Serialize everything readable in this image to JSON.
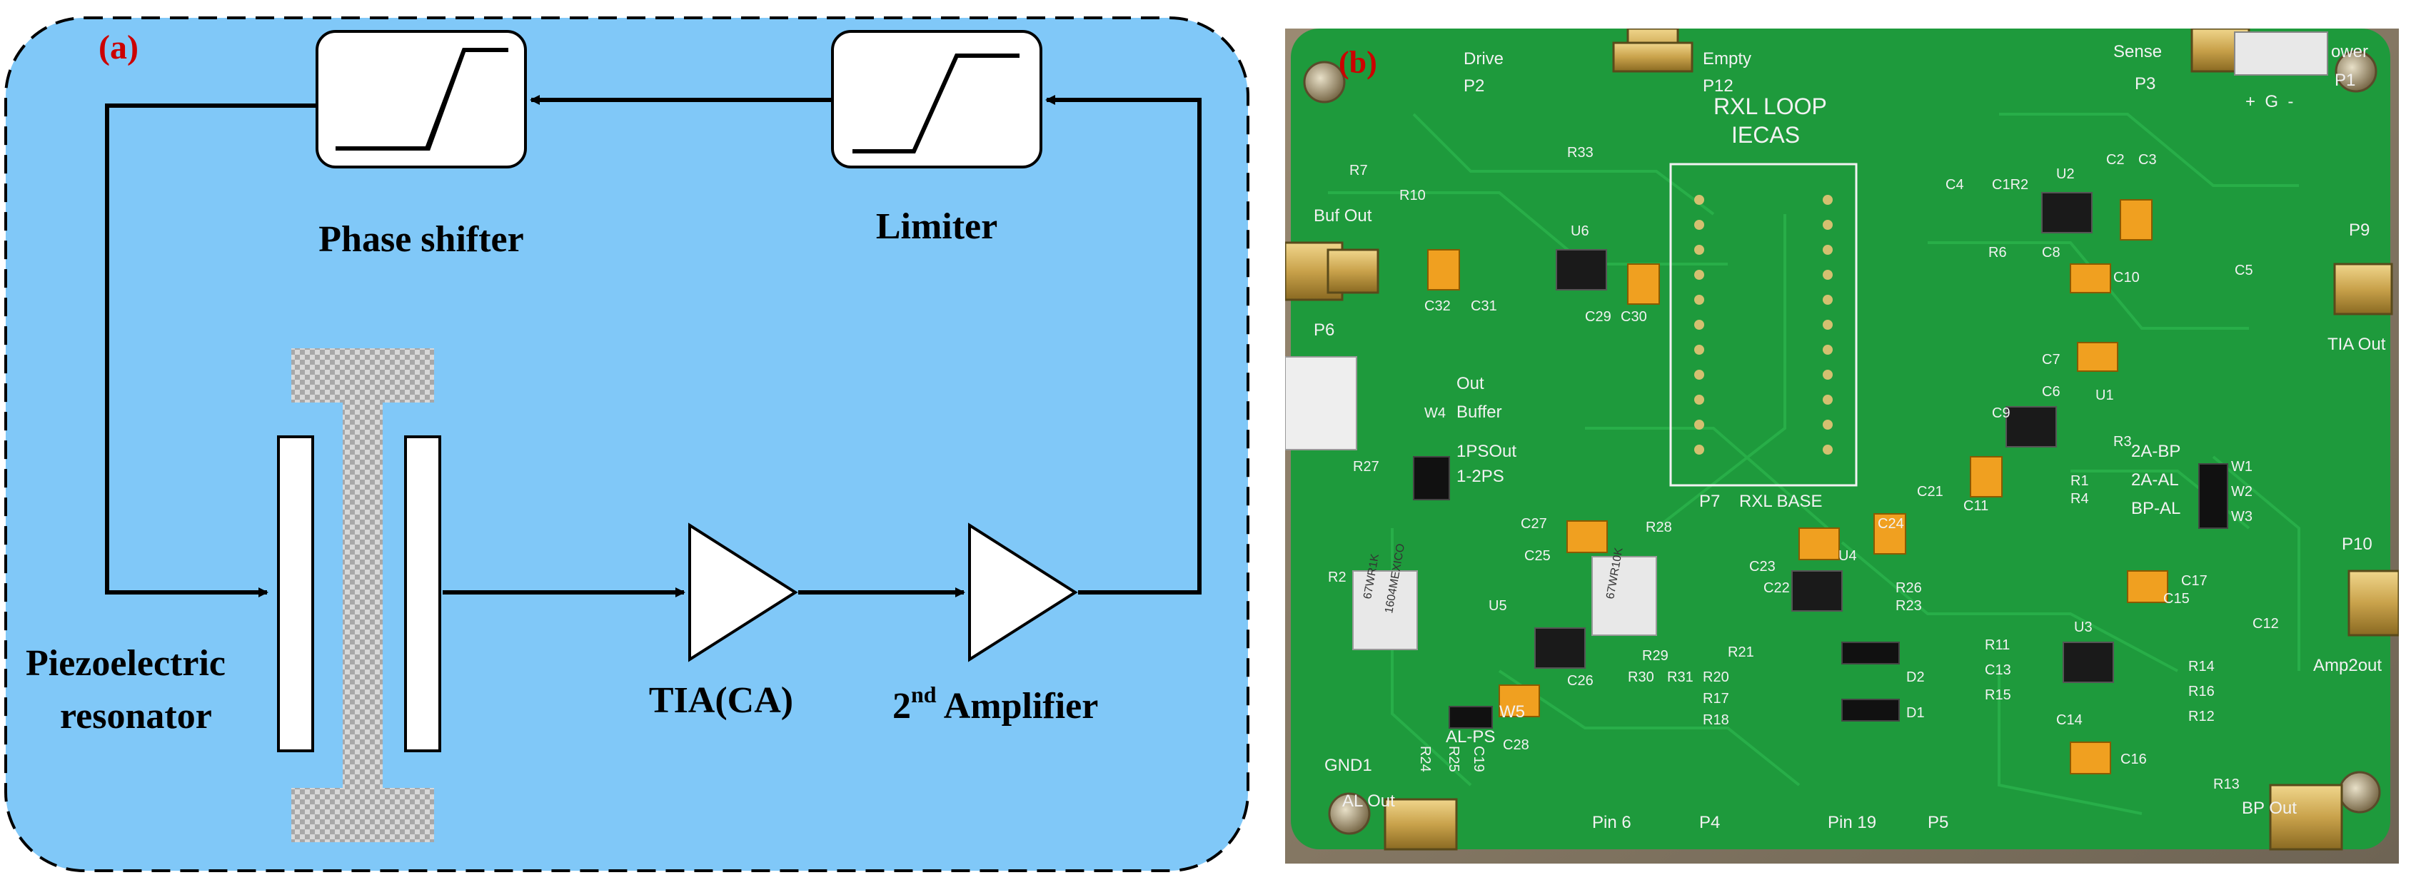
{
  "panel_a": {
    "label": "(a)",
    "label_color": "#cc0000",
    "background_color": "#80c8f8",
    "blocks": {
      "phase_shifter": "Phase shifter",
      "limiter": "Limiter",
      "resonator_line1": "Piezoelectric",
      "resonator_line2": "resonator",
      "tia": "TIA(CA)",
      "amp_prefix": "2",
      "amp_superscript": "nd",
      "amp_suffix": " Amplifier"
    }
  },
  "panel_b": {
    "label": "(b)",
    "label_color": "#cc0000",
    "board_color": "#1e9a3c",
    "silkscreen": {
      "title1": "RXL LOOP",
      "title2": "IECAS",
      "drive": "Drive",
      "p2": "P2",
      "empty": "Empty",
      "p12": "P12",
      "sense": "Sense",
      "p3": "P3",
      "power": "ower",
      "p1": "P1",
      "pwr_pins": "+  G  -",
      "buf_out": "Buf Out",
      "p6": "P6",
      "p9": "P9",
      "tia_out": "TIA Out",
      "p10": "P10",
      "amp2out": "Amp2out",
      "al_out": "AL Out",
      "p4": "P4",
      "pin6": "Pin 6",
      "pin19": "Pin 19",
      "p5": "P5",
      "bp_out": "BP Out",
      "p7_rxl_base": "P7    RXL BASE",
      "w_out": "Out",
      "w_buffer": "Buffer",
      "w_1psout": "1PSOut",
      "w_12ps": "1-2PS",
      "w_2abp": "2A-BP",
      "w_2aal": "2A-AL",
      "w_bpal": "BP-AL",
      "w5_alps": "AL-PS",
      "w5": "W5",
      "gnd1": "GND1",
      "pot_text1": "67WR1K",
      "pot_text2": "1604MEXICO",
      "pot_text3": "67WR10K",
      "refs": [
        "R7",
        "R10",
        "R33",
        "U6",
        "C32",
        "C31",
        "C29",
        "C30",
        "C4",
        "C1R2",
        "U2",
        "C2",
        "C3",
        "R6",
        "C8",
        "C10",
        "C5",
        "C7",
        "C6",
        "U1",
        "C9",
        "R3",
        "R1",
        "R4",
        "C11",
        "R27",
        "W1",
        "W3",
        "W2",
        "W4",
        "C27",
        "R28",
        "C25",
        "C23",
        "C22",
        "U4",
        "C24",
        "C21",
        "R26",
        "R23",
        "U5",
        "C26",
        "R29",
        "R30",
        "R31",
        "R20",
        "R21",
        "R17",
        "R18",
        "D2",
        "D1",
        "C19",
        "R24",
        "R25",
        "C28",
        "R11",
        "C13",
        "R15",
        "U3",
        "C17",
        "C15",
        "C12",
        "R14",
        "R16",
        "R12",
        "C14",
        "C16",
        "R13",
        "R2"
      ]
    }
  }
}
